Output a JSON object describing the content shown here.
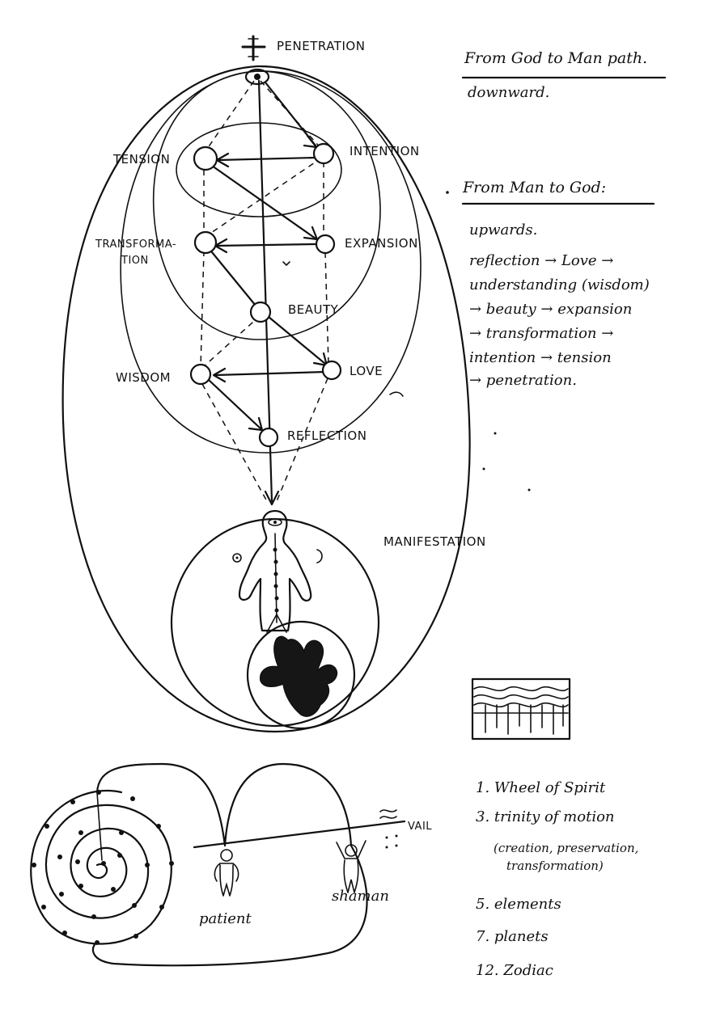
{
  "diagram": {
    "top_label": "PENETRATION",
    "nodes": {
      "tension": "TENSION",
      "intention": "INTENTION",
      "transformation_line1": "TRANSFORMA-",
      "transformation_line2": "TION",
      "expansion": "EXPANSION",
      "beauty": "BEAUTY",
      "wisdom": "WISDOM",
      "love": "LOVE",
      "reflection": "REFLECTION"
    },
    "manifestation": "MANIFESTATION",
    "figures": {
      "patient": "patient",
      "shaman": "shaman",
      "vail": "VAIL"
    }
  },
  "notes": {
    "downward_title": "From God to Man path.",
    "downward_text": "downward.",
    "upward_title": "From Man to God:",
    "upward_lines": [
      "upwards.",
      "reflection → Love →",
      "understanding (wisdom)",
      "→ beauty → expansion",
      "→ transformation →",
      "intention → tension",
      "→ penetration."
    ]
  },
  "legend": {
    "items": [
      "1. Wheel of Spirit",
      "3. trinity of motion",
      "(creation, preservation,",
      "transformation)",
      "5. elements",
      "7. planets",
      "12. Zodiac"
    ]
  }
}
